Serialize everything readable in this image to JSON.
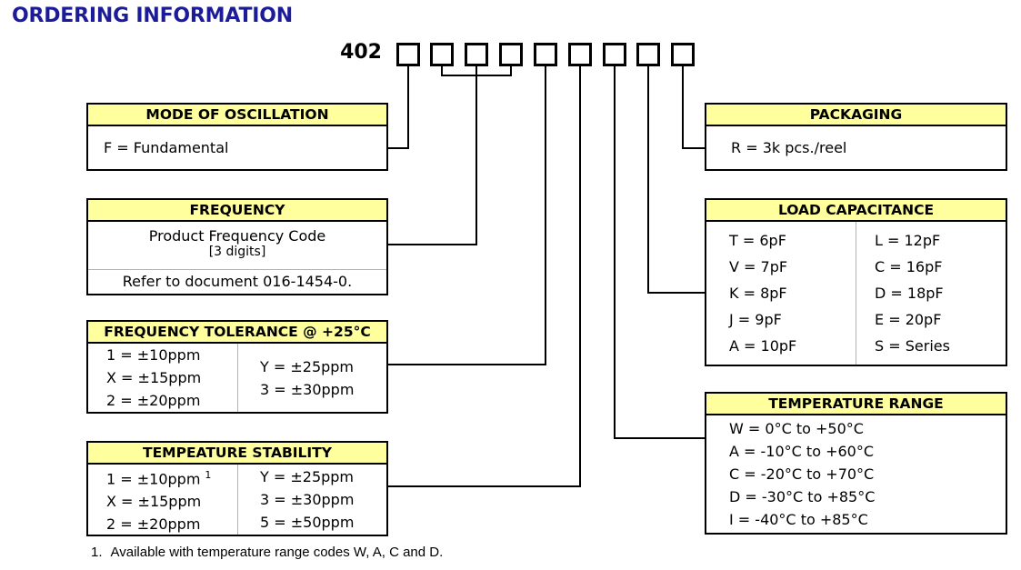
{
  "title": "ORDERING INFORMATION",
  "part_prefix": "402",
  "colors": {
    "header_fill": "#FFFF9E",
    "title": "#1C1C99",
    "line": "#000000",
    "divider": "#B3B3B3"
  },
  "boxes": {
    "mode": {
      "header": "MODE OF OSCILLATION",
      "value": "F = Fundamental"
    },
    "frequency": {
      "header": "FREQUENCY",
      "line1": "Product Frequency Code",
      "line2": "[3 digits]",
      "note": "Refer to document 016-1454-0."
    },
    "tolerance": {
      "header": "FREQUENCY TOLERANCE @ +25°C",
      "left": [
        "1 = ±10ppm",
        "X = ±15ppm",
        "2 = ±20ppm"
      ],
      "right": [
        "Y = ±25ppm",
        "3 = ±30ppm"
      ]
    },
    "stability": {
      "header": "TEMPEATURE STABILITY",
      "left": [
        "1 = ±10ppm",
        "X = ±15ppm",
        "2 = ±20ppm"
      ],
      "sup": "1",
      "right": [
        "Y = ±25ppm",
        "3 = ±30ppm",
        "5 = ±50ppm"
      ]
    },
    "packaging": {
      "header": "PACKAGING",
      "value": "R = 3k pcs./reel"
    },
    "load": {
      "header": "LOAD CAPACITANCE",
      "left": [
        "T = 6pF",
        "V = 7pF",
        "K = 8pF",
        "J = 9pF",
        "A = 10pF"
      ],
      "right": [
        "L = 12pF",
        "C = 16pF",
        "D = 18pF",
        "E = 20pF",
        "S = Series"
      ]
    },
    "temp_range": {
      "header": "TEMPERATURE RANGE",
      "rows": [
        "W = 0°C to +50°C",
        "A = -10°C to +60°C",
        "C = -20°C to +70°C",
        "D = -30°C to +85°C",
        "I = -40°C to +85°C"
      ]
    }
  },
  "footnote": {
    "marker": "1.",
    "text": "Available with temperature range codes W, A, C and D."
  }
}
